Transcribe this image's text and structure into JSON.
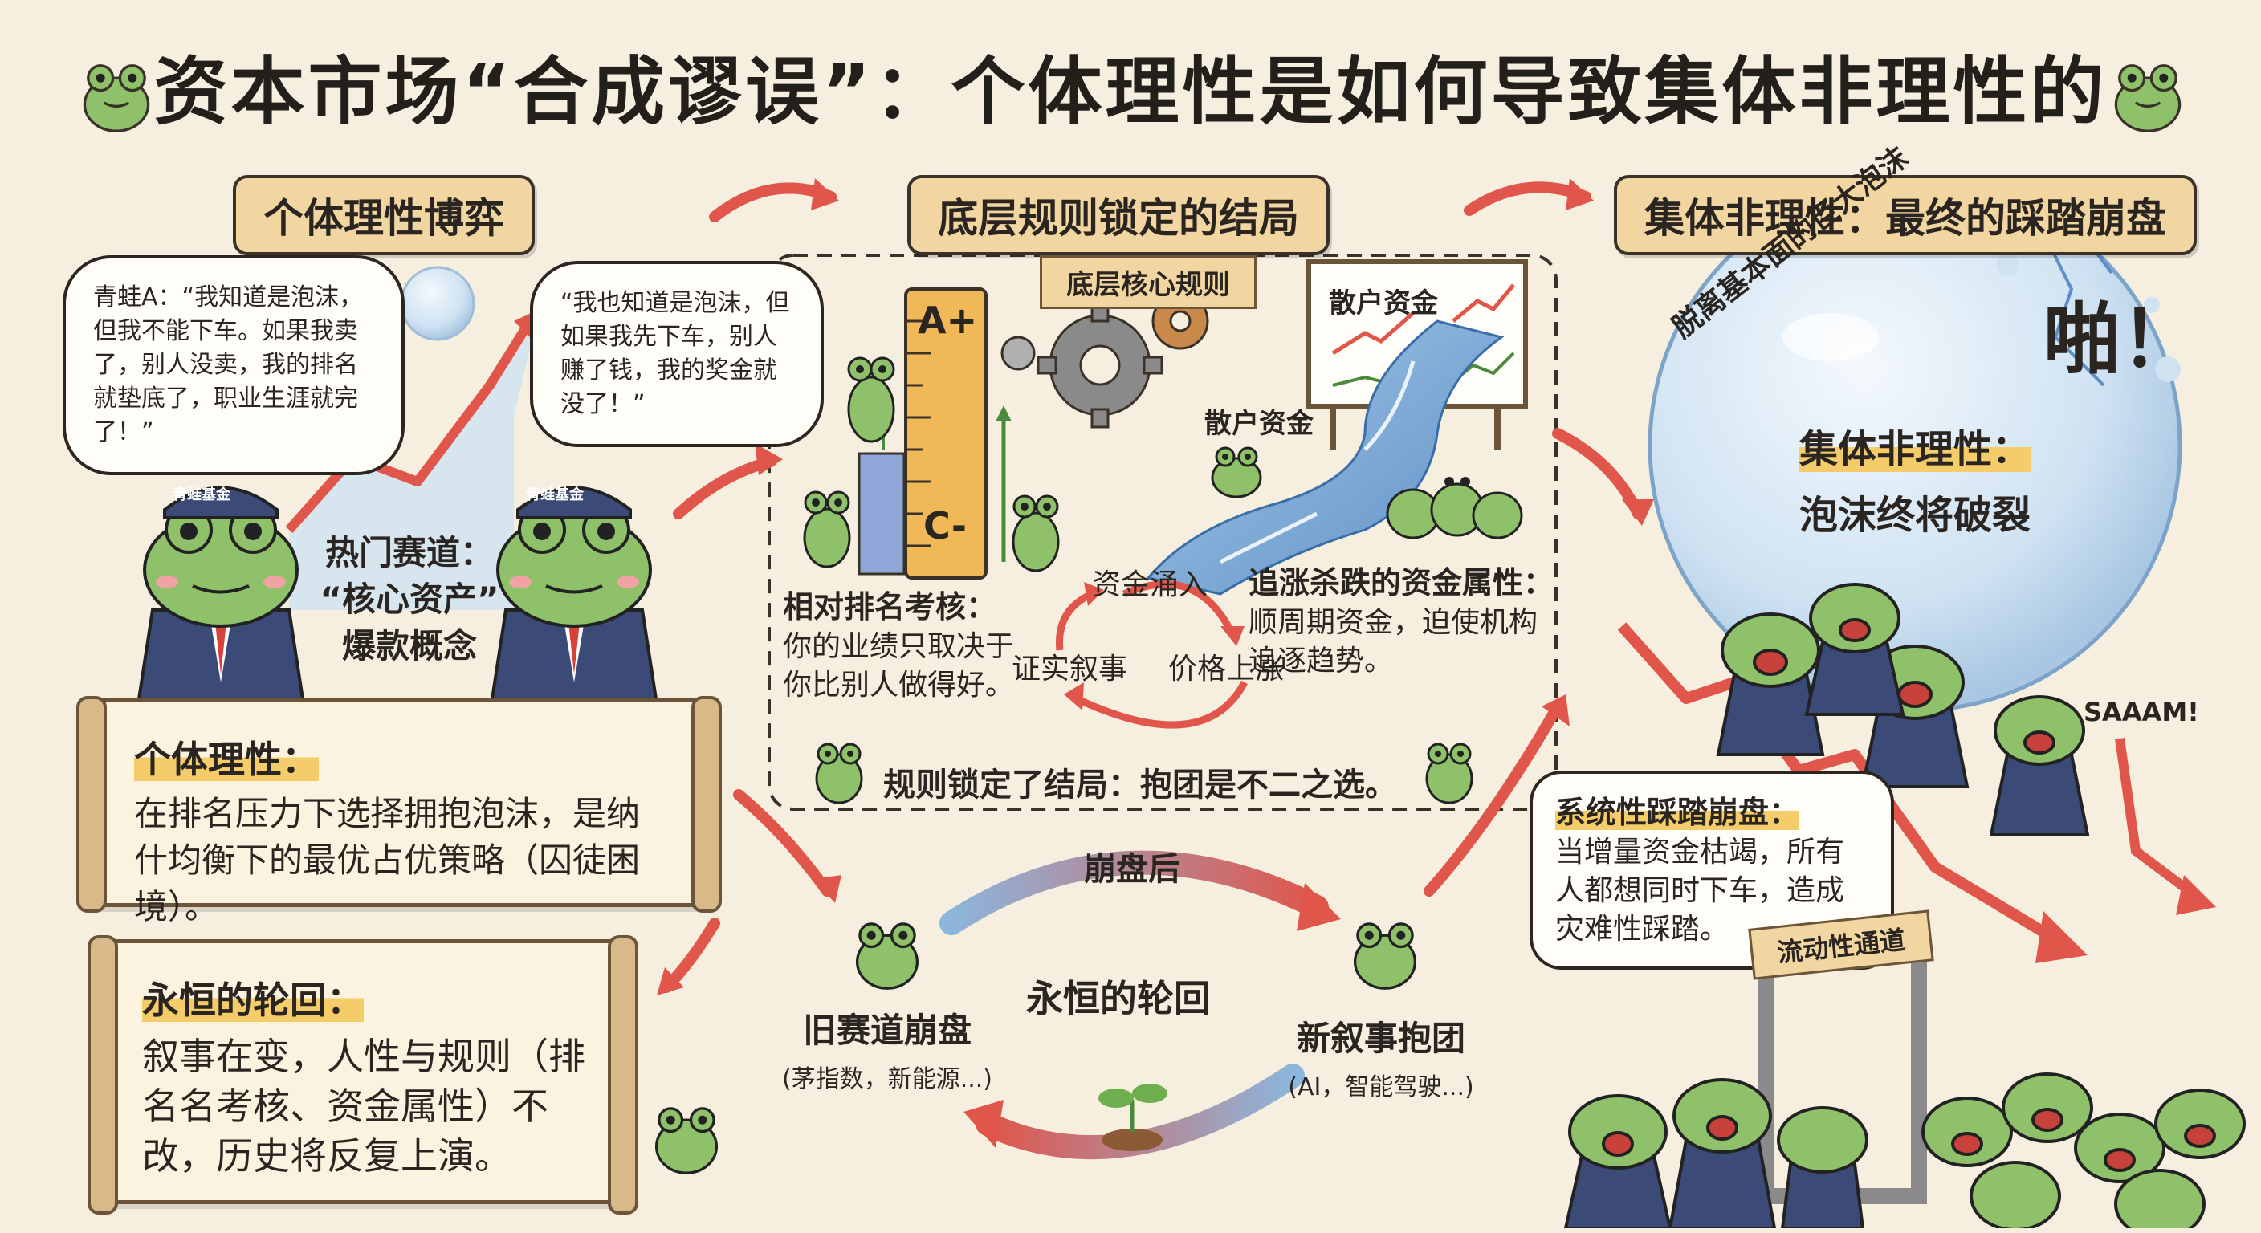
{
  "title": "资本市场“合成谬误”：个体理性是如何导致集体非理性的",
  "colors": {
    "accent_red": "#e0564a",
    "paper": "#f6efe0",
    "label_bg": "#f2d6a2",
    "frog_green": "#8fc06a",
    "suit_blue": "#3c4a78",
    "bubble_blue": "#cfe2f2",
    "highlight": "#f5cc6a"
  },
  "sections": {
    "left": "个体理性博弈",
    "middle": "底层规则锁定的结局",
    "right": "集体非理性：最终的踩踏崩盘"
  },
  "left": {
    "bubble_a": "青蛙A：“我知道是泡沫，但我不能下车。如果我卖了，别人没卖，我的排名就垫底了，职业生涯就完了！”",
    "bubble_b": "“我也知道是泡沫，但如果我先下车，别人赚了钱，我的奖金就没了！”",
    "cap_left": "青蛙基金",
    "cap_right": "青蛙基金",
    "hot_track": "热门赛道：",
    "core_assets": "“核心资产”",
    "hot_concept": "爆款概念",
    "rationality_title": "个体理性：",
    "rationality_body": "在排名压力下选择拥抱泡沫，是纳什均衡下的最优占优策略（囚徒困境）。",
    "cycle_title": "永恒的轮回：",
    "cycle_body": "叙事在变，人性与规则（排名名考核、资金属性）不改，历史将反复上演。"
  },
  "middle": {
    "grade_top": "A+",
    "grade_bottom": "C-",
    "core_rule": "底层核心规则",
    "board_title": "散户资金",
    "retail_label": "散户资金",
    "ranking_title": "相对排名考核：",
    "ranking_body": "你的业绩只取决于你比别人做得好。",
    "loop": [
      "资金涌入",
      "价格上涨",
      "证实叙事"
    ],
    "money_title": "追涨杀跌的资金属性：",
    "money_body": "顺周期资金，迫使机构追逐趋势。",
    "lock": "规则锁定了结局：抱团是不二之选。"
  },
  "bottom_cycle": {
    "after_crash": "崩盘后",
    "center": "永恒的轮回",
    "old": "旧赛道崩盘",
    "old_sub": "(茅指数，新能源...)",
    "new": "新叙事抱团",
    "new_sub": "(AI，智能驾驶...)"
  },
  "right": {
    "bubble_arc": "脱离基本面的巨大泡沫",
    "pop": "啪！",
    "irr_title": "集体非理性：",
    "irr_body": "泡沫终将破裂",
    "saaam": "SAAAM!",
    "stampede_title": "系统性踩踏崩盘：",
    "stampede_body": "当增量资金枯竭，所有人都想同时下车，造成灾难性踩踏。",
    "gate": "流动性通道"
  }
}
